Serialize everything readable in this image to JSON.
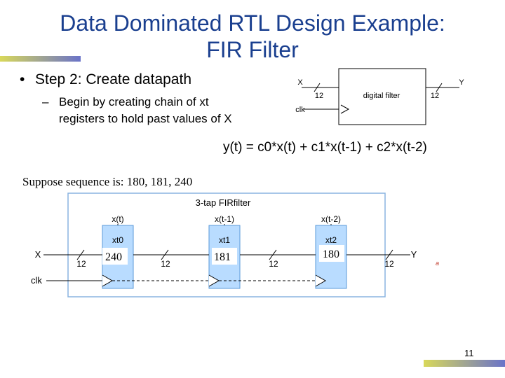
{
  "title": {
    "line1": "Data Dominated RTL Design Example:",
    "line2": "FIR Filter"
  },
  "bullet": {
    "marker": "•",
    "text": "Step 2: Create datapath"
  },
  "sub_bullet": {
    "marker": "–",
    "text": "Begin by creating chain of xt registers to hold past values of X"
  },
  "top_diagram": {
    "input_label": "X",
    "output_label": "Y",
    "input_width": "12",
    "output_width": "12",
    "box_label": "digital filter",
    "clk_label": "clk"
  },
  "equation": "y(t) = c0*x(t) + c1*x(t-1) + c2*x(t-2)",
  "sequence_text": "Suppose sequence is: 180, 181, 240",
  "filter_diagram": {
    "title": "3-tap FIRfilter",
    "input_label": "X",
    "output_label": "Y",
    "clk_label": "clk",
    "signal_labels": [
      "x(t)",
      "x(t-1)",
      "x(t-2)"
    ],
    "registers": [
      {
        "name": "xt0",
        "value": "240"
      },
      {
        "name": "xt1",
        "value": "181"
      },
      {
        "name": "xt2",
        "value": "180"
      }
    ],
    "bus_widths": [
      "12",
      "12",
      "12",
      "12"
    ],
    "stray_mark": "a"
  },
  "page_number": "11",
  "colors": {
    "title": "#1a3f8f",
    "diagram_border": "#8ab4e0",
    "register_fill": "#b9dcff",
    "register_border": "#5a9ad8",
    "bar_left": "#d8d85a",
    "bar_right": "#6a73c9"
  }
}
